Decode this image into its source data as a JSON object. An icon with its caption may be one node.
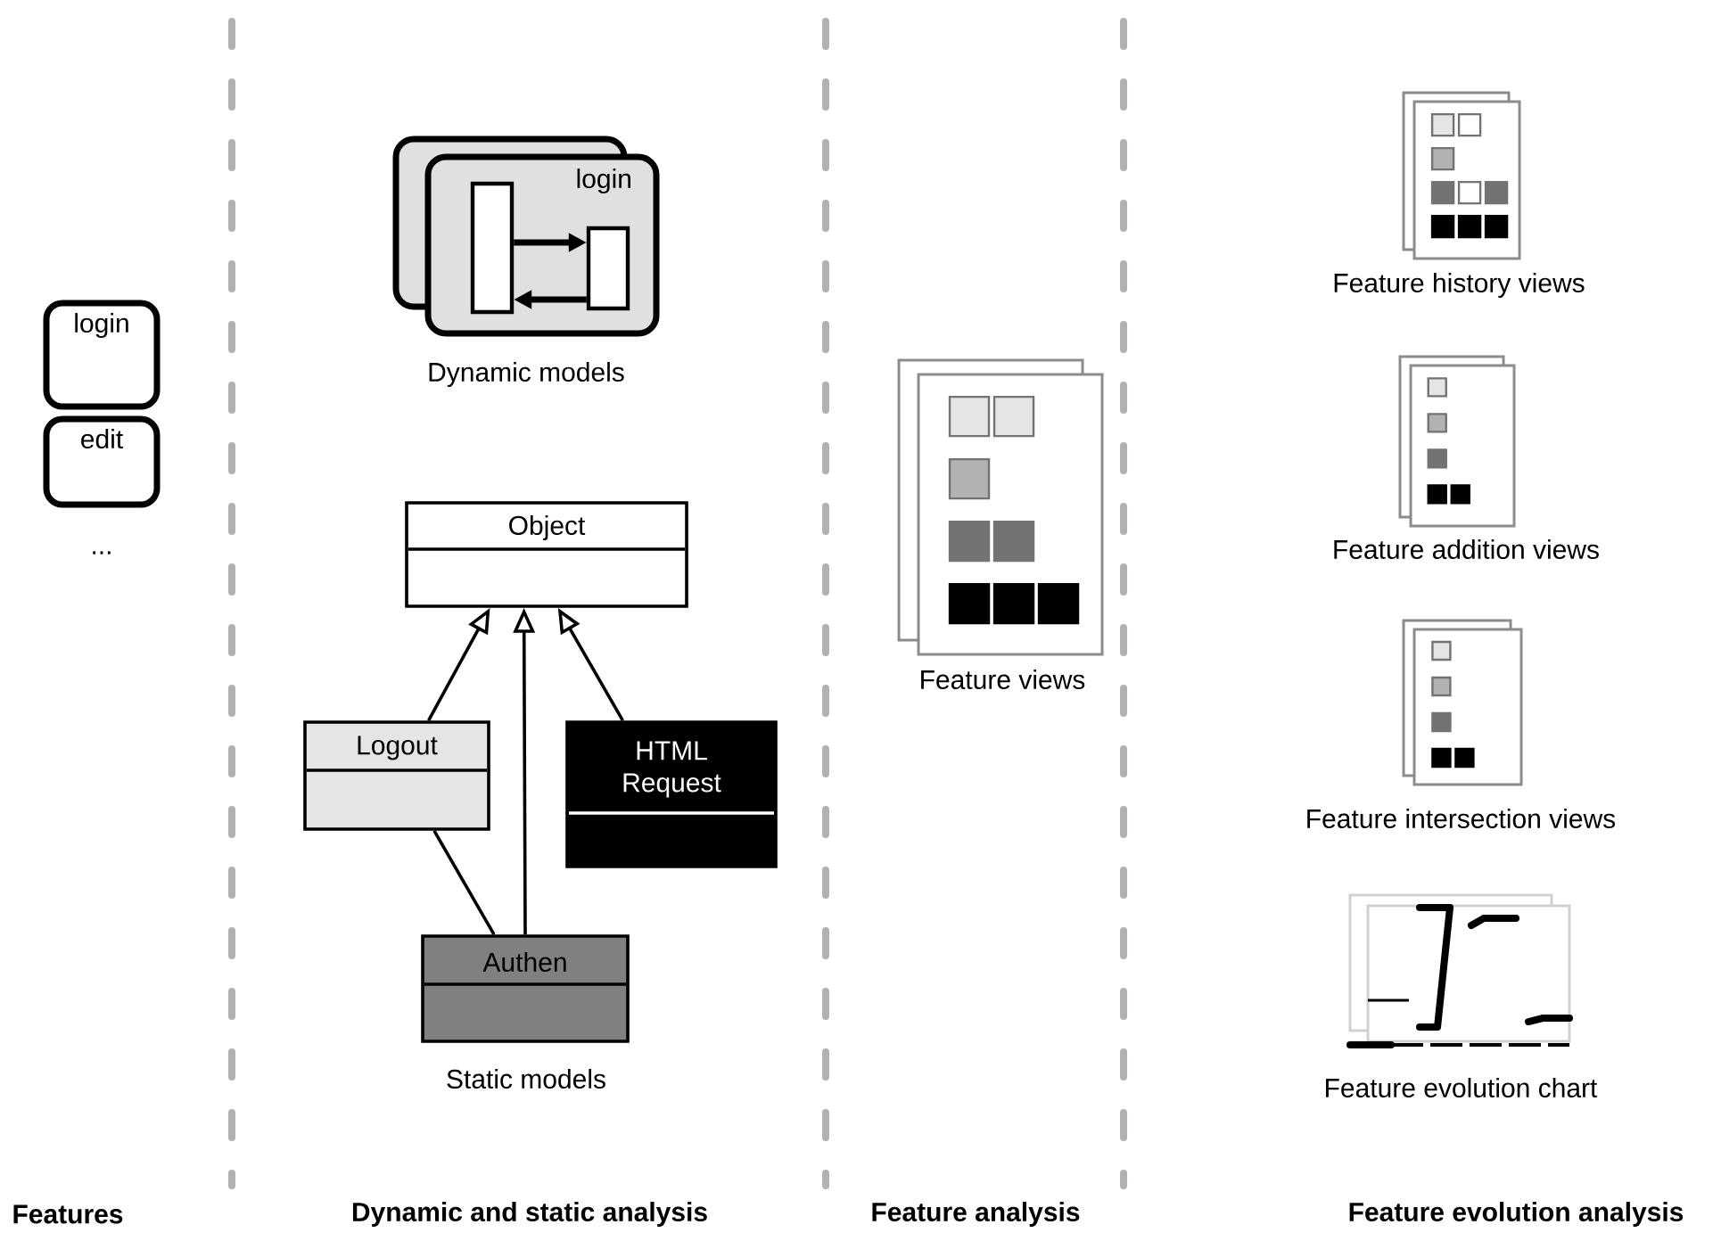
{
  "diagram": {
    "nodes": [
      {
        "text": [
          "login"
        ]
      },
      {
        "text": [
          "edit"
        ]
      },
      {
        "text": [
          "login"
        ],
        "beside": [
          "Dynamic models"
        ]
      },
      {
        "text": [],
        "shape": "box",
        "in": 2
      },
      {
        "text": [],
        "shape": "box",
        "in": 2
      },
      {
        "text": [
          "Object"
        ]
      },
      {
        "text": [
          "Logout"
        ]
      },
      {
        "text": [
          "HTML Request"
        ]
      },
      {
        "text": [
          "Authen"
        ]
      }
    ],
    "edges": [
      {
        "from": 3,
        "to": 4,
        "arrow": "to",
        "style": "thick"
      },
      {
        "from": 4,
        "to": 3,
        "arrow": "to",
        "style": "thick"
      },
      {
        "from": 6,
        "to": 5,
        "arrow": "to"
      },
      {
        "from": 8,
        "to": 5,
        "arrow": "to"
      },
      {
        "from": 7,
        "to": 5,
        "arrow": "to"
      },
      {
        "from": 6,
        "to": 8,
        "arrow": "none"
      }
    ],
    "labels": [
      "...",
      "Static models",
      "Feature views",
      "Feature history views",
      "Feature addition views",
      "Feature intersection views",
      "Feature evolution chart",
      "Features",
      "Dynamic and static analysis",
      "Feature analysis",
      "Feature evolution analysis"
    ]
  }
}
